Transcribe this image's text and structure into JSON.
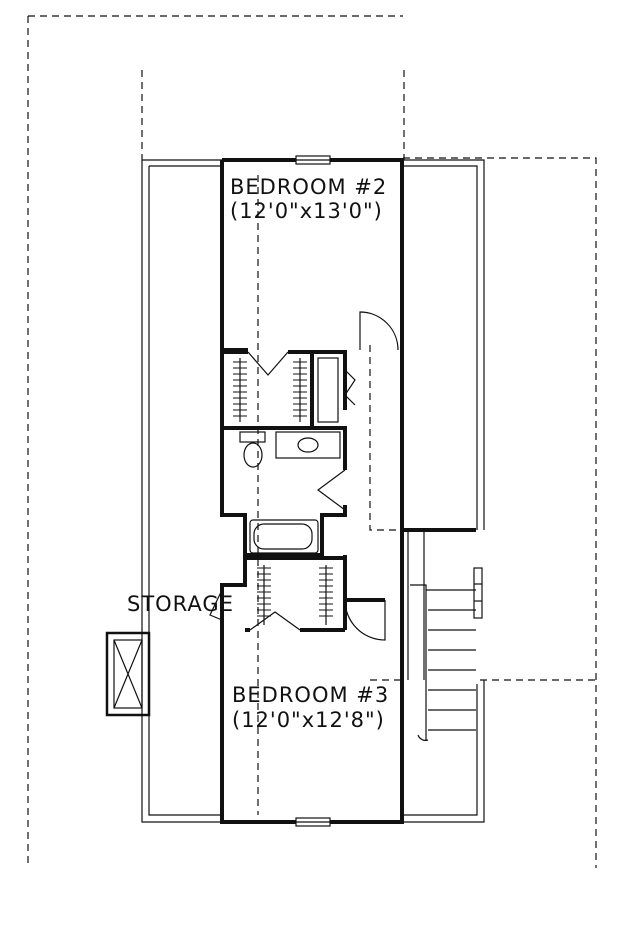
{
  "rooms": {
    "bedroom2": {
      "name": "BEDROOM #2",
      "dims": "(12'0\"x13'0\")"
    },
    "bedroom3": {
      "name": "BEDROOM #3",
      "dims": "(12'0\"x12'8\")"
    },
    "storage": {
      "name": "STORAGE"
    }
  },
  "colors": {
    "line": "#111111",
    "background": "#ffffff"
  }
}
